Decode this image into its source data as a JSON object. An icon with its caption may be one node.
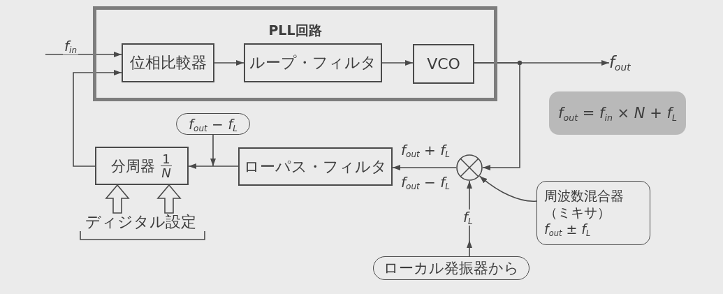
{
  "diagram": {
    "nodes": [
      {
        "text": [
          "PLL回路"
        ]
      },
      {
        "text": [
          "位相比較器"
        ],
        "in": 0
      },
      {
        "text": [
          "ループ・フィルタ"
        ],
        "in": 0
      },
      {
        "text": [
          "VCO"
        ],
        "in": 0
      },
      {
        "text": [
          "f$_{out}$"
        ]
      },
      {
        "text": [
          "f$_{out}$ = f$_{in}$ × N + f$_{L}$"
        ]
      },
      {
        "text": [
          "f$_{out}$ − f$_{L}$"
        ]
      },
      {
        "text": [
          "分周器",
          "1",
          "N"
        ]
      },
      {
        "text": [
          "ローパス・フィルタ"
        ]
      },
      {
        "text": [],
        "shape": "circle"
      },
      {
        "text": [
          "周波数混合器（ミキサ）",
          "f$_{out}$ ± f$_{L}$"
        ]
      },
      {
        "text": [
          "ディジタル設定"
        ]
      },
      {
        "text": [
          "ローカル発振器から"
        ]
      }
    ],
    "edges": [
      {
        "from": null,
        "to": 1,
        "arrow": "to",
        "label": "f$_{in}$"
      },
      {
        "from": 1,
        "to": 2,
        "arrow": "to"
      },
      {
        "from": 2,
        "to": 3,
        "arrow": "to"
      },
      {
        "from": 3,
        "to": 4,
        "arrow": "to"
      },
      {
        "from": 3,
        "to": 9,
        "arrow": "to"
      },
      {
        "from": 9,
        "to": 8,
        "arrow": "to",
        "label": "f$_{out}$ + f$_{L}$"
      },
      {
        "from": 8,
        "to": 7,
        "arrow": "to"
      },
      {
        "from": 7,
        "to": 1,
        "arrow": "to"
      },
      {
        "from": 6,
        "to": null,
        "arrow": "to"
      },
      {
        "from": 10,
        "to": 9,
        "arrow": "to"
      },
      {
        "from": 12,
        "to": 9,
        "arrow": "to",
        "label": "f$_{L}$"
      },
      {
        "from": 11,
        "to": 7,
        "arrow": "to",
        "style": "thick"
      },
      {
        "from": 11,
        "to": 7,
        "arrow": "to",
        "style": "thick"
      }
    ],
    "labels": [
      "f$_{out}$ − f$_{L}$"
    ]
  }
}
